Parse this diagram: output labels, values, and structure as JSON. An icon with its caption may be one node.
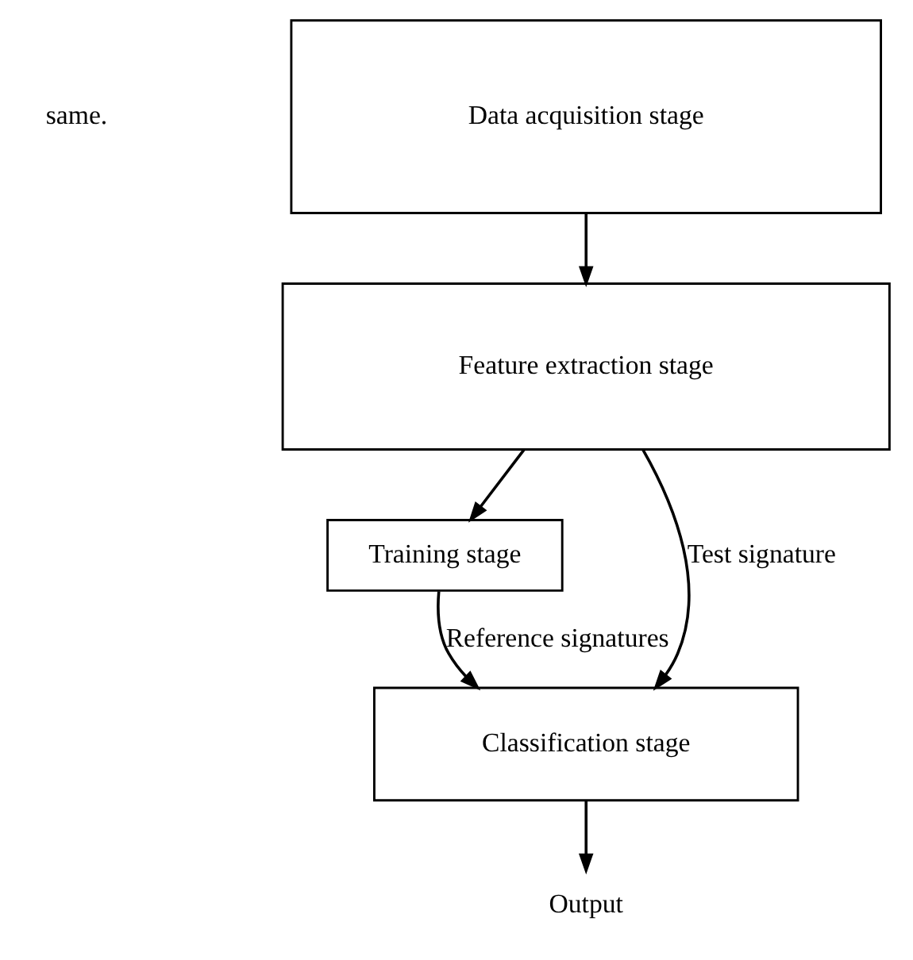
{
  "diagram": {
    "nodes": [
      {
        "text": [
          "Data acquisition stage"
        ]
      },
      {
        "text": [
          "Feature extraction stage"
        ]
      },
      {
        "text": [
          "Training stage"
        ]
      },
      {
        "text": [
          "Classification stage"
        ]
      },
      {
        "text": [
          "Output"
        ]
      }
    ],
    "edges": [
      {
        "from": 0,
        "to": 1,
        "arrow": "to"
      },
      {
        "from": 1,
        "to": 2,
        "arrow": "to"
      },
      {
        "from": 1,
        "to": 3,
        "arrow": "to",
        "label": "Test signature"
      },
      {
        "from": 2,
        "to": 3,
        "arrow": "to",
        "label": "Reference signatures"
      },
      {
        "from": 3,
        "to": 4,
        "arrow": "to"
      }
    ],
    "labels": [
      "same."
    ]
  }
}
